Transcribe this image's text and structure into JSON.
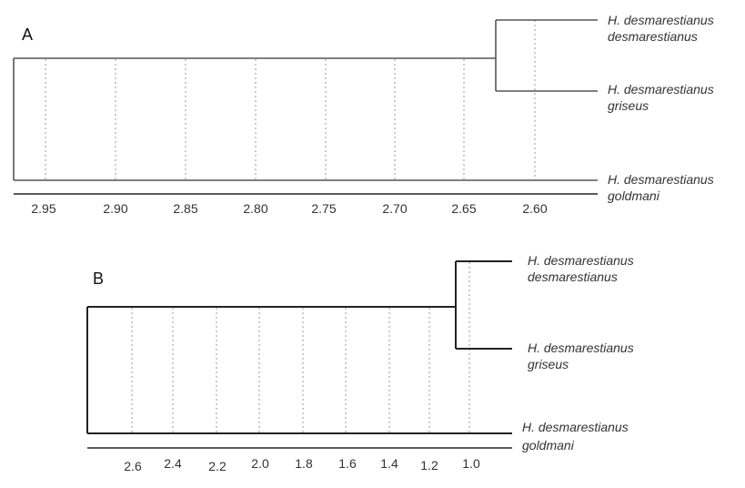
{
  "panels": [
    {
      "label": "A",
      "ticks": [
        "2.95",
        "2.90",
        "2.85",
        "2.80",
        "2.75",
        "2.70",
        "2.65",
        "2.60"
      ],
      "taxa": [
        {
          "line1": "H. desmarestianus",
          "line2": "desmarestianus"
        },
        {
          "line1": "H. desmarestianus",
          "line2": "griseus"
        },
        {
          "line1": "H. desmarestianus",
          "line2": "goldmani"
        }
      ]
    },
    {
      "label": "B",
      "ticks": [
        "2.6",
        "2.4",
        "2.2",
        "2.0",
        "1.8",
        "1.6",
        "1.4",
        "1.2",
        "1.0"
      ],
      "taxa": [
        {
          "line1": "H. desmarestianus",
          "line2": "desmarestianus"
        },
        {
          "line1": "H. desmarestianus",
          "line2": "griseus"
        },
        {
          "line1": "H. desmarestianus",
          "line2": "goldmani"
        }
      ]
    }
  ]
}
